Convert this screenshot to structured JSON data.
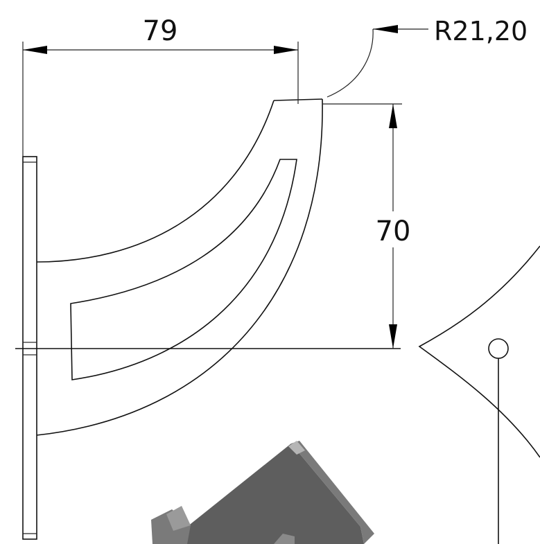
{
  "dimensions": {
    "width_label": "79",
    "height_label": "70",
    "radius_label": "R21,20"
  },
  "colors": {
    "line": "#111111",
    "model_dark": "#5e5e5e",
    "model_mid": "#7a7a7a",
    "model_light": "#9a9a9a",
    "background": "#ffffff"
  }
}
